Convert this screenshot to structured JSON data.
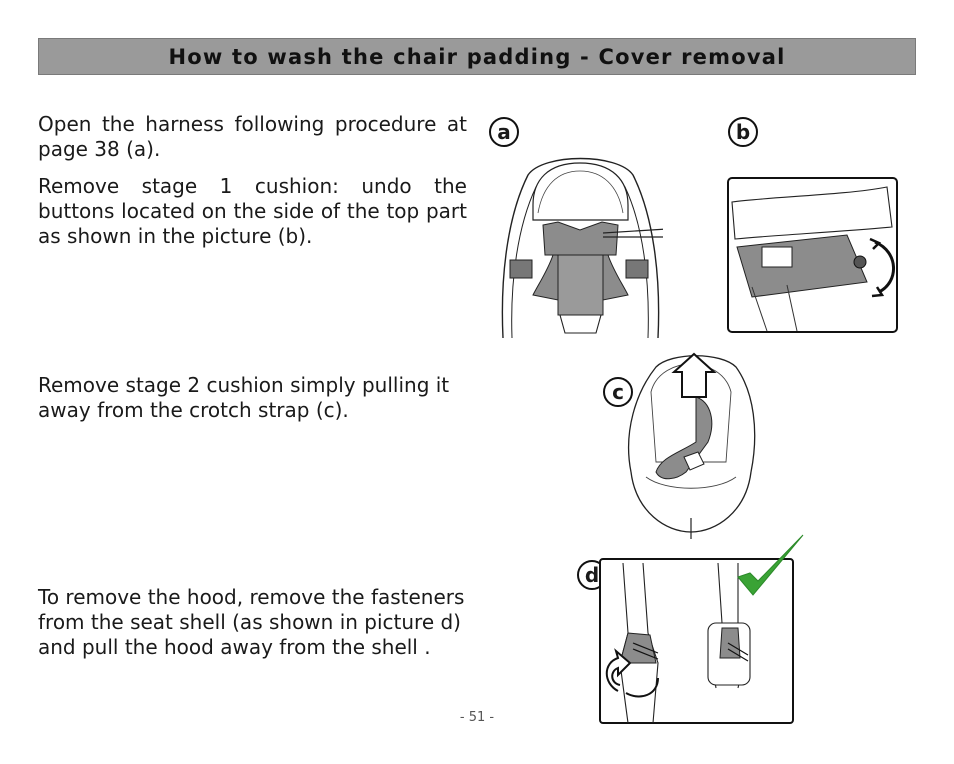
{
  "header": {
    "title": "How to wash the chair padding - Cover removal"
  },
  "paragraphs": {
    "p1": "Open the harness following procedure at page 38 (a).",
    "p2": "Remove stage 1 cushion: undo the buttons located on the side of the top part as shown in the picture (b).",
    "p3": "Remove stage 2 cushion simply pulling it away from the crotch strap (c).",
    "p4": "To remove the hood, remove the fasteners from the seat shell (as shown in picture d) and pull the hood away from the shell ."
  },
  "figures": {
    "a": {
      "label": "a",
      "icon": "car-seat-harness-open-illustration"
    },
    "b": {
      "label": "b",
      "icon": "button-detail-illustration"
    },
    "c": {
      "label": "c",
      "icon": "car-seat-cushion-pull-illustration"
    },
    "d": {
      "label": "d",
      "icon": "hood-fastener-illustration"
    }
  },
  "colors": {
    "header_bg": "#9a9a9a",
    "cushion_gray": "#8c8c8c",
    "check_green": "#3aa335"
  },
  "footer": {
    "page_number": "- 51 -"
  }
}
